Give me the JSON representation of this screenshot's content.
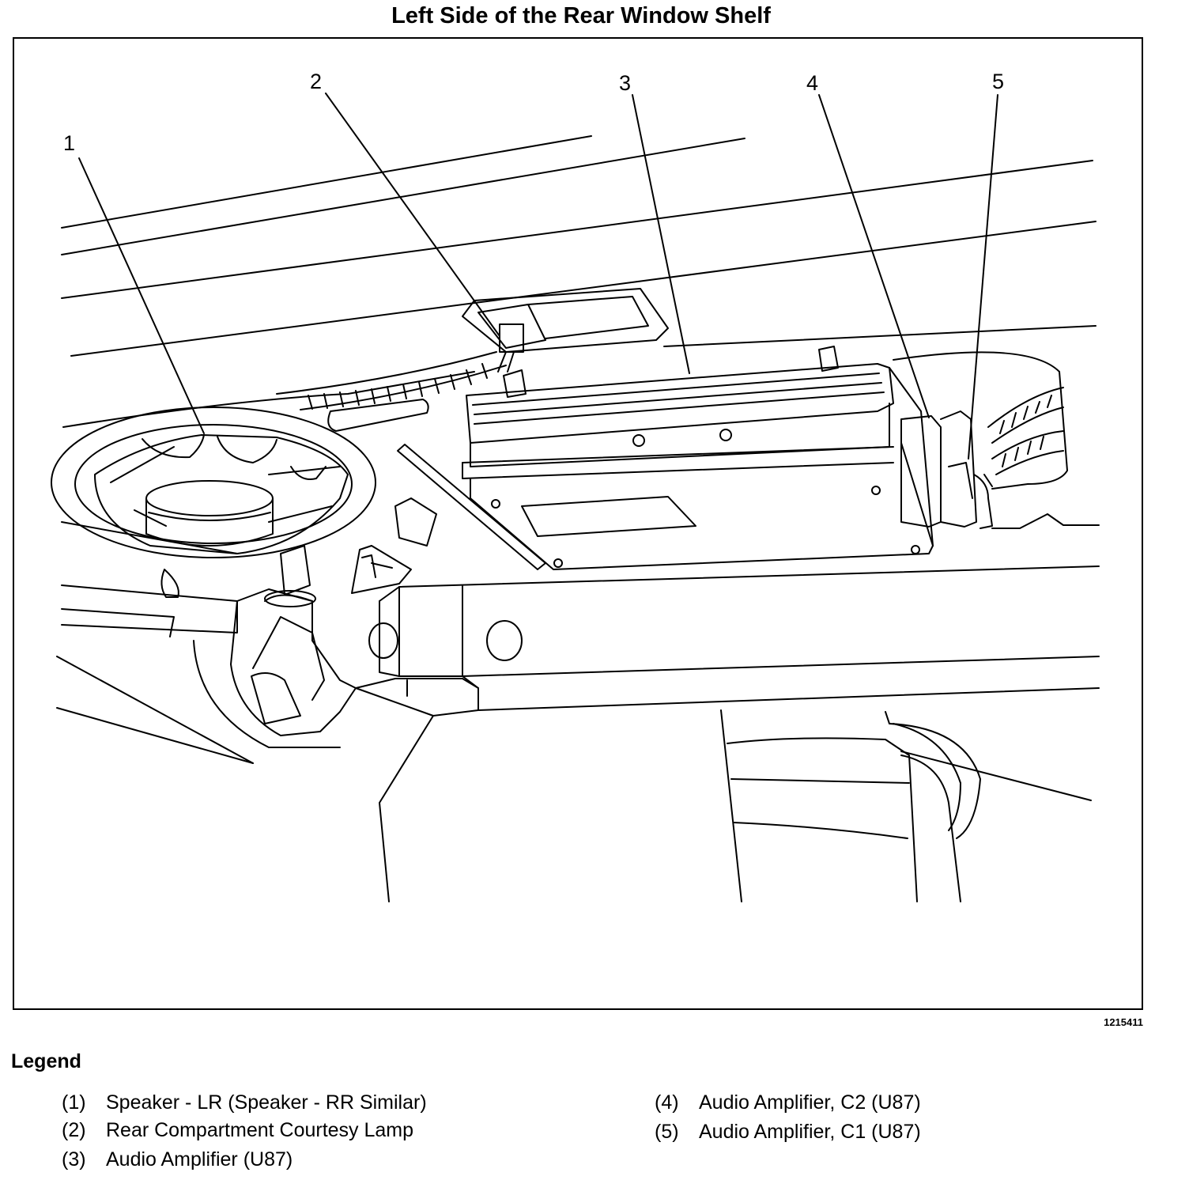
{
  "title": "Left Side of the Rear Window Shelf",
  "figure_id": "1215411",
  "callouts": [
    "1",
    "2",
    "3",
    "4",
    "5"
  ],
  "legend": {
    "heading": "Legend",
    "items": [
      {
        "num": "(1)",
        "text": "Speaker - LR (Speaker - RR Similar)"
      },
      {
        "num": "(2)",
        "text": "Rear Compartment Courtesy Lamp"
      },
      {
        "num": "(3)",
        "text": "Audio Amplifier (U87)"
      },
      {
        "num": "(4)",
        "text": "Audio Amplifier, C2 (U87)"
      },
      {
        "num": "(5)",
        "text": "Audio Amplifier, C1 (U87)"
      }
    ]
  }
}
